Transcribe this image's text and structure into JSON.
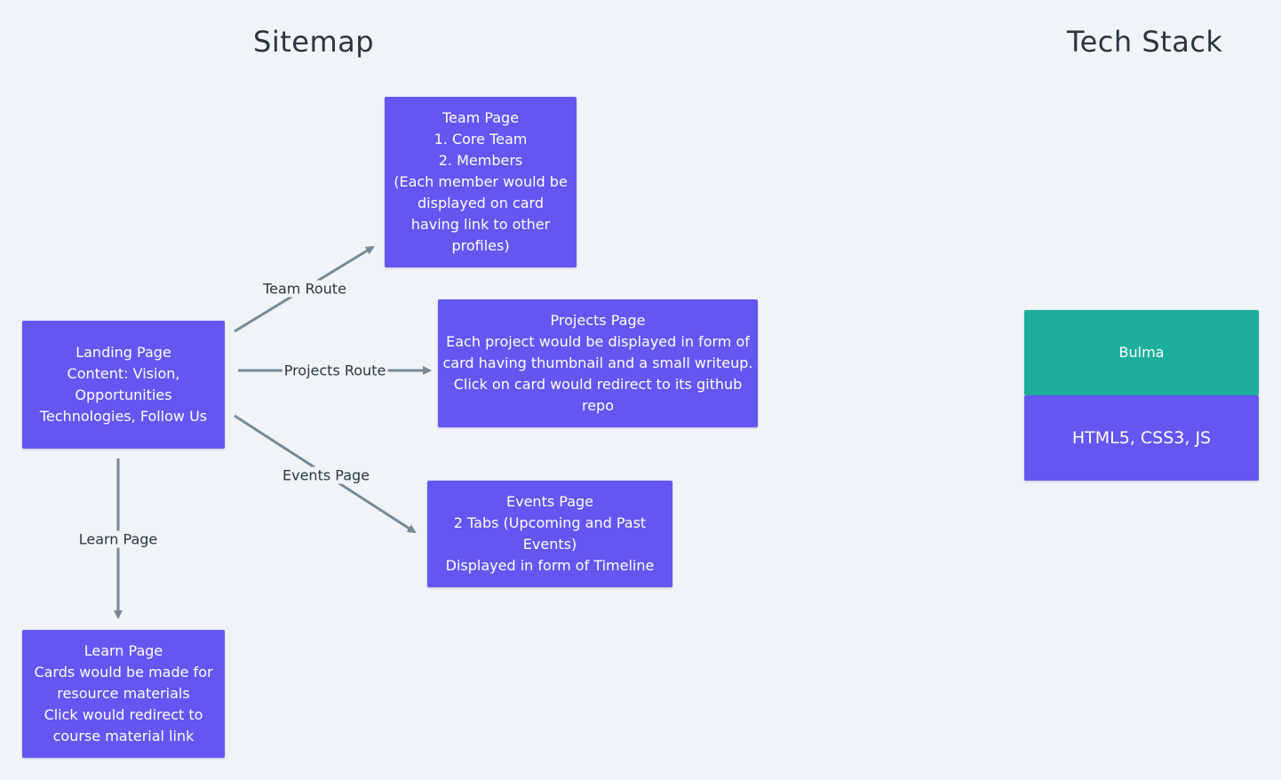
{
  "headings": {
    "sitemap": "Sitemap",
    "tech_stack": "Tech Stack"
  },
  "nodes": {
    "team": [
      "Team Page",
      "1. Core Team",
      "2. Members",
      "(Each member would be",
      "displayed on card",
      "having link to other",
      "profiles)"
    ],
    "landing": [
      "Landing Page",
      "Content: Vision,",
      "Opportunities",
      "Technologies, Follow Us"
    ],
    "projects": [
      "Projects Page",
      "Each project would be displayed in form of",
      "card having thumbnail and a small writeup.",
      "Click on card would redirect to its github",
      "repo"
    ],
    "events": [
      "Events Page",
      "2 Tabs (Upcoming and Past",
      "Events)",
      "Displayed in form of Timeline"
    ],
    "learn": [
      "Learn Page",
      "Cards would be made for",
      "resource materials",
      "Click would redirect to",
      "course material link"
    ]
  },
  "edges": {
    "team_route": "Team Route",
    "projects_route": "Projects Route",
    "events_page": "Events Page",
    "learn_page": "Learn Page"
  },
  "tech_stack": {
    "bulma": "Bulma",
    "html_css_js": "HTML5, CSS3, JS"
  },
  "colors": {
    "node": "#6356f1",
    "tech_highlight": "#1dae9c",
    "arrow": "#7a8896",
    "text_dark": "#2b3540",
    "background": "#f0f4f8"
  }
}
